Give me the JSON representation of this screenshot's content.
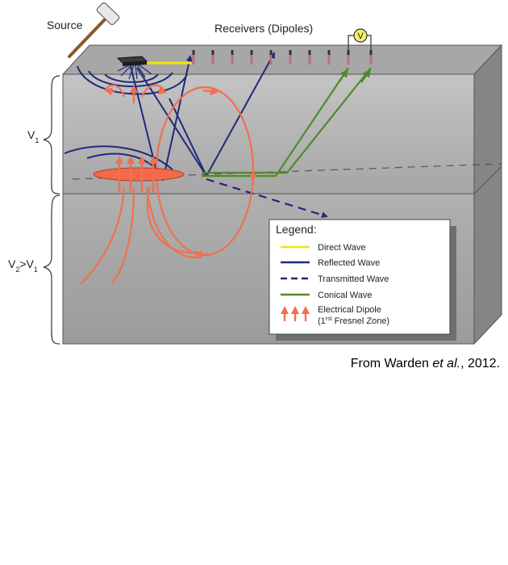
{
  "labels": {
    "source": "Source",
    "receivers": "Receivers (Dipoles)",
    "voltmeter": "V",
    "layer1_v": "V",
    "layer1_sub": "1",
    "layer2_v": "V",
    "layer2_sub": "2",
    "layer2_gt": ">",
    "layer2_v1": "V",
    "layer2_v1_sub": "1"
  },
  "legend": {
    "title": "Legend:",
    "items": [
      {
        "label": "Direct Wave",
        "color": "#f2e600",
        "style": "solid"
      },
      {
        "label": "Reflected Wave",
        "color": "#1f2a78",
        "style": "solid"
      },
      {
        "label": "Transmitted Wave",
        "color": "#1f2a78",
        "style": "dashed"
      },
      {
        "label": "Conical Wave",
        "color": "#4f8a2a",
        "style": "solid"
      }
    ],
    "dipole_line1": "Electrical Dipole",
    "dipole_line2_pre": "(1",
    "dipole_line2_sup": "rst",
    "dipole_line2_post": " Fresnel Zone)",
    "dipole_color": "#f07050"
  },
  "citation": {
    "prefix": "From Warden ",
    "italic": "et al.",
    "suffix": ", 2012."
  },
  "colors": {
    "direct": "#f2e600",
    "reflected": "#1f2a78",
    "conical": "#4f8a2a",
    "electric": "#f07050",
    "top_face": "#a9a9a9",
    "front_face": "#bdbdbd",
    "side_face": "#8a8a8a"
  }
}
